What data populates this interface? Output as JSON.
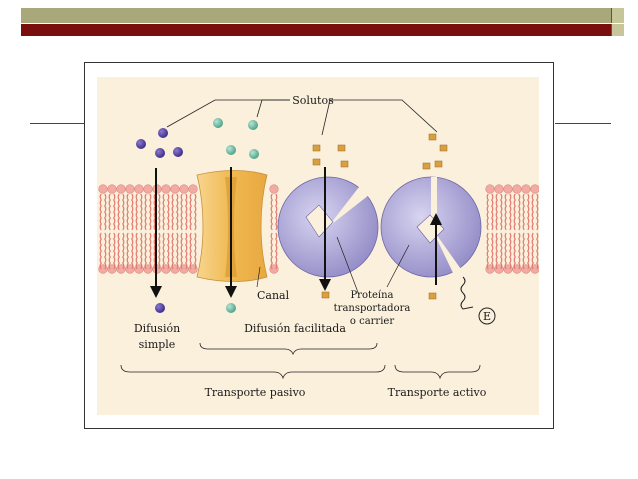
{
  "colors": {
    "bar_top": "#a8a87a",
    "bar_bottom": "#7a0d0d",
    "panel_bg": "#fbf0dc",
    "membrane_head": "#f2aaa2",
    "solute_purple": "#4b3a9a",
    "solute_teal": "#6fbfa6",
    "solute_gold": "#d9a040",
    "channel": "#f0c070",
    "carrier": "#a9a4d6"
  },
  "diagram": {
    "solutos": "Solutos",
    "canal": "Canal",
    "proteina_line1": "Proteína",
    "proteina_line2": "transportadora",
    "proteina_line3": "o carrier",
    "difusion_simple_line1": "Difusión",
    "difusion_simple_line2": "simple",
    "difusion_facilitada": "Difusión facilitada",
    "transporte_pasivo": "Transporte pasivo",
    "transporte_activo": "Transporte activo",
    "energia": "E"
  }
}
